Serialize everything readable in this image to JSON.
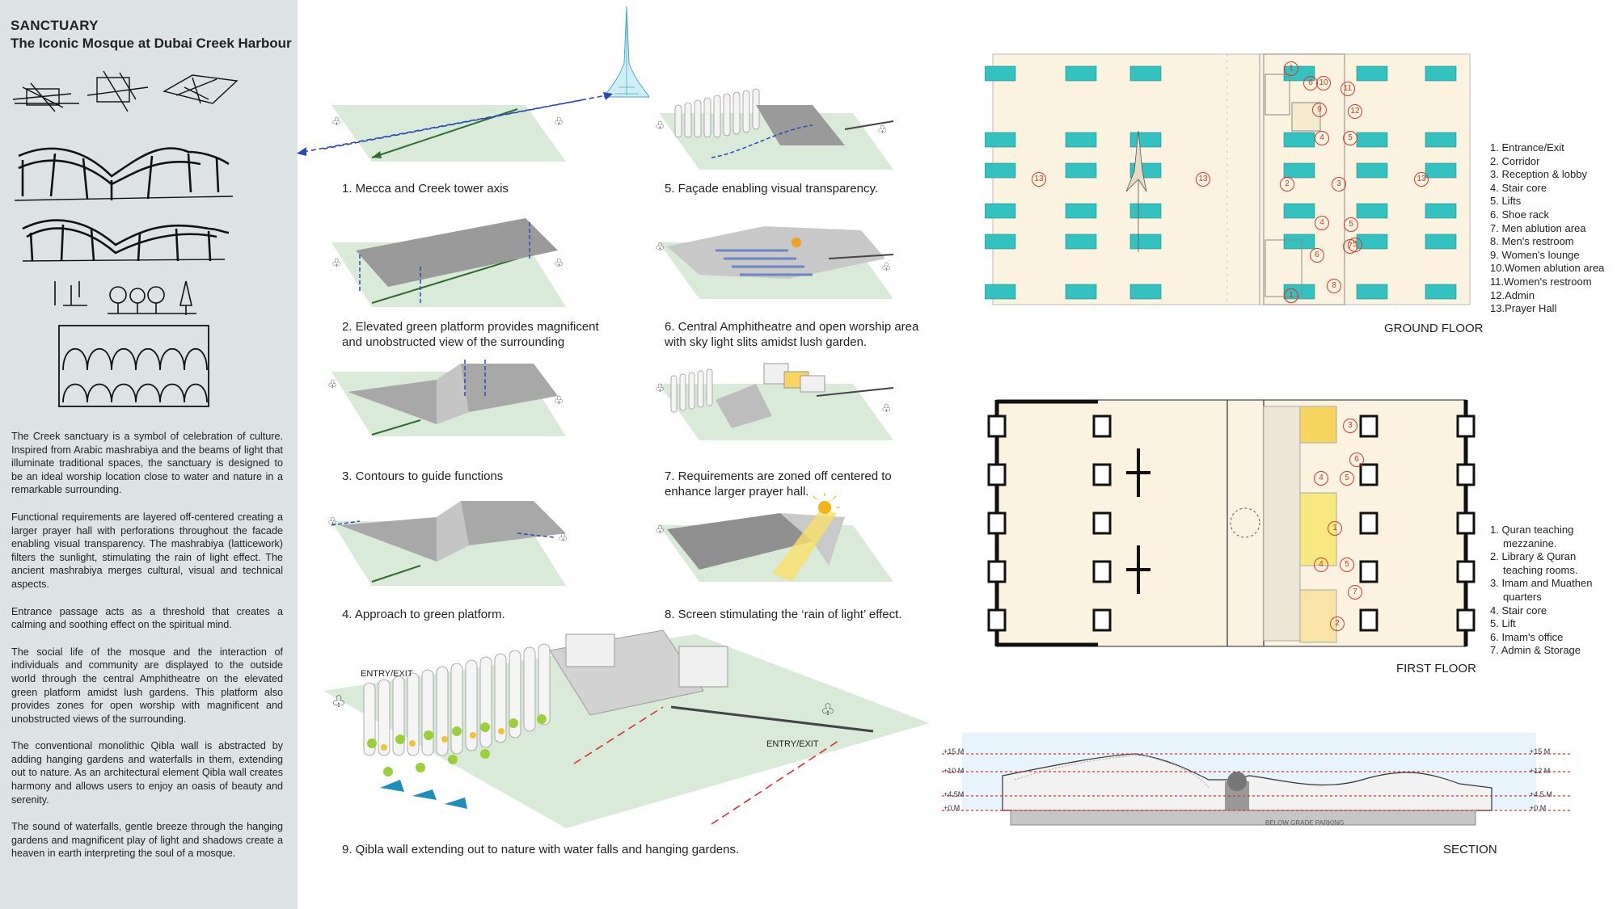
{
  "sidebar": {
    "title": "SANCTUARY",
    "subtitle": "The Iconic Mosque at Dubai Creek Harbour",
    "paragraphs": [
      "The Creek sanctuary is a symbol of celebration of culture. Inspired from Arabic mashrabiya and the beams of light that illuminate traditional spaces, the sanctuary is designed to be an ideal worship location close to water and nature in a remarkable surrounding.",
      "Functional requirements are layered off-centered creating a larger prayer hall with perforations throughout the facade enabling visual transparency. The mashrabiya (latticework) filters the sunlight, stimulating the rain of light effect. The ancient mashrabiya merges cultural, visual and technical aspects.",
      "Entrance passage acts as a threshold that creates a calming and soothing effect on the spiritual mind.",
      "The social life of the mosque and the interaction of individuals and community are displayed to the outside world through the central Amphitheatre on the elevated green platform amidst lush gardens. This platform also provides zones for open worship with magnificent and unobstructed views of the surrounding.",
      "The conventional monolithic Qibla wall is abstracted by adding hanging gardens and waterfalls in them, extending out to nature. As an architectural element Qibla wall creates harmony and allows users to enjoy an oasis of beauty and serenity.",
      "The sound of waterfalls, gentle breeze through the hanging gardens and magnificent play of light and shadows create a heaven in earth interpreting the soul of a mosque."
    ]
  },
  "diagrams": {
    "captions": [
      "1.  Mecca and Creek tower axis",
      "2.  Elevated green platform provides magnificent",
      "and unobstructed view of the surrounding",
      "3.  Contours to guide functions",
      "4.  Approach to green platform.",
      "5.  Façade enabling visual transparency.",
      "6.  Central Amphitheatre and open worship area",
      "with sky light slits amidst lush garden.",
      "7.  Requirements are zoned off centered to",
      "enhance larger prayer hall.",
      "8.  Screen stimulating the ‘rain of light’ effect.",
      "9.  Qibla wall extending out to nature with water falls and hanging gardens."
    ],
    "entry_labels": [
      "ENTRY/EXIT",
      "ENTRY/EXIT"
    ]
  },
  "ground_floor": {
    "label": "GROUND FLOOR",
    "legend": [
      "1.  Entrance/Exit",
      "2.  Corridor",
      "3.  Reception & lobby",
      "4.  Stair core",
      "5.  Lifts",
      "6.  Shoe rack",
      "7.  Men ablution area",
      "8.  Men's restroom",
      "9.  Women's lounge",
      "10.Women ablution area",
      "11.Women's restroom",
      "12.Admin",
      "13.Prayer Hall"
    ],
    "markers": [
      "1",
      "13",
      "13",
      "2",
      "3",
      "13",
      "1",
      "6",
      "10",
      "11",
      "9",
      "12",
      "4",
      "5",
      "5",
      "4",
      "5",
      "7",
      "6",
      "8",
      "1"
    ]
  },
  "first_floor": {
    "label": "FIRST FLOOR",
    "legend": [
      "1.  Quran teaching",
      "mezzanine.",
      "2.  Library & Quran",
      "teaching rooms.",
      "3.  Imam and Muathen",
      "quarters",
      "4.  Stair core",
      "5.  Lift",
      "6.  Imam's office",
      "7.  Admin & Storage"
    ],
    "markers": [
      "3",
      "6",
      "4",
      "5",
      "1",
      "4",
      "5",
      "7",
      "2"
    ]
  },
  "section": {
    "label": "SECTION",
    "parking_label": "BELOW GRADE PARKING",
    "levels_left": [
      "+15 M",
      "+10 M",
      "+4.5M",
      "+0 M"
    ],
    "levels_right": [
      "+15 M",
      "+12 M",
      "+4.5 M",
      "+0 M"
    ]
  },
  "colors": {
    "sidebar_bg": "#dde2e5",
    "platform_green": "#d9ead8",
    "plan_fill": "#fbf3df",
    "teal": "#34c2c0",
    "yellow": "#f7e06a",
    "red_marker": "#d43a2c"
  }
}
